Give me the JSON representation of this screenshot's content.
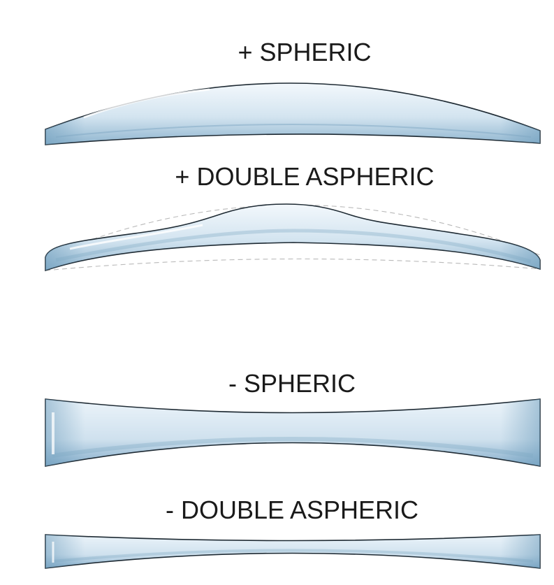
{
  "labels": {
    "plus_spheric": "+ SPHERIC",
    "plus_double_aspheric": "+ DOUBLE ASPHERIC",
    "minus_spheric": "- SPHERIC",
    "minus_double_aspheric": "- DOUBLE ASPHERIC"
  },
  "colors": {
    "lens_light": "#eef5fb",
    "lens_mid": "#c5dcec",
    "lens_dark": "#6f9ebd",
    "outline": "#1e2a33"
  }
}
